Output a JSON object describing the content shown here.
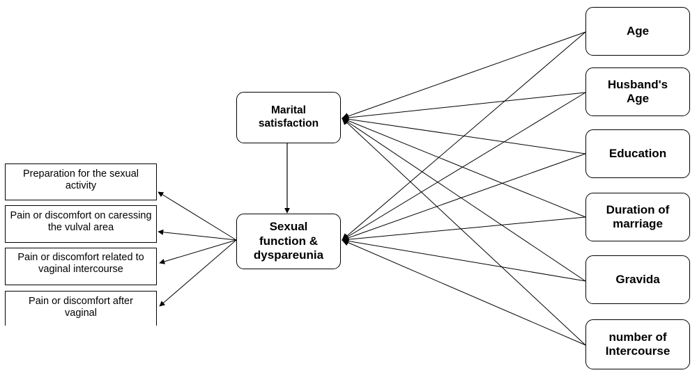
{
  "nodes": {
    "marital": "Marital satisfaction",
    "sexual": "Sexual function & dyspareunia"
  },
  "predictors": [
    "Age",
    "Husband's Age",
    "Education",
    "Duration of marriage",
    "Gravida",
    "number of Intercourse"
  ],
  "outcomes": [
    "Preparation for the sexual activity",
    "Pain or discomfort on caressing the vulval area",
    "Pain or discomfort related to vaginal intercourse",
    "Pain or discomfort after vaginal"
  ],
  "colors": {
    "line": "#000000",
    "box": "#ffffff"
  }
}
